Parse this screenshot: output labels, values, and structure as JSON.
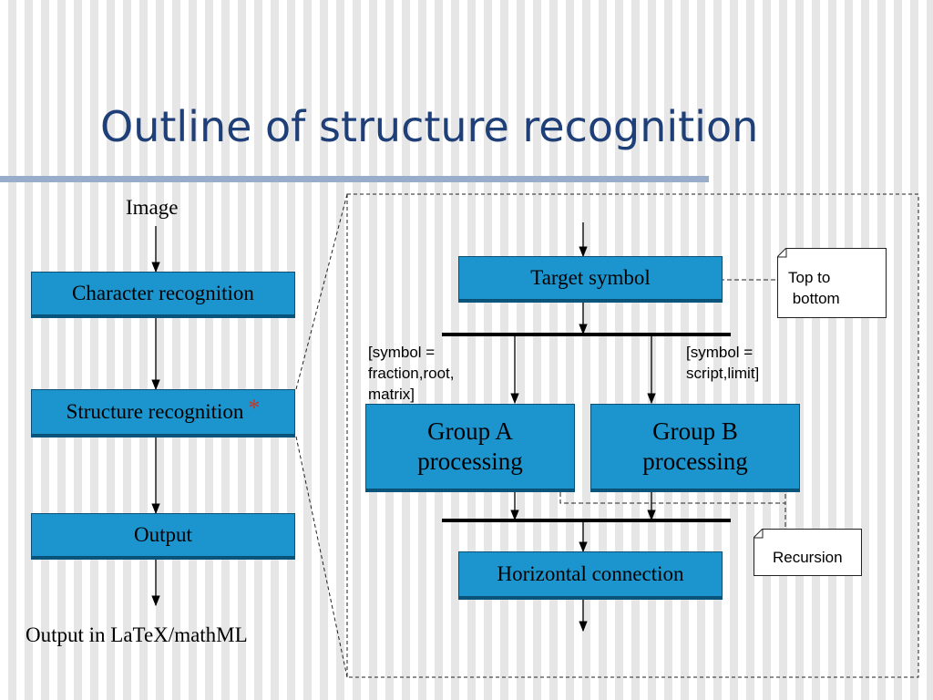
{
  "slide": {
    "title": "Outline of structure recognition"
  },
  "left_flow": {
    "input_label": "Image",
    "steps": [
      "Character recognition",
      "Structure recognition",
      "Output"
    ],
    "marker": "*",
    "output_label": "Output in LaTeX/mathML"
  },
  "detail": {
    "target_box": "Target symbol",
    "group_a_condition": "[symbol =\nfraction,root,\nmatrix]",
    "group_b_condition": "[symbol =\nscript,limit]",
    "group_a_box": "Group A\nprocessing",
    "group_b_box": "Group B\nprocessing",
    "merge_box": "Horizontal connection",
    "note_top": "Top to\n bottom",
    "note_recursion": "Recursion"
  }
}
